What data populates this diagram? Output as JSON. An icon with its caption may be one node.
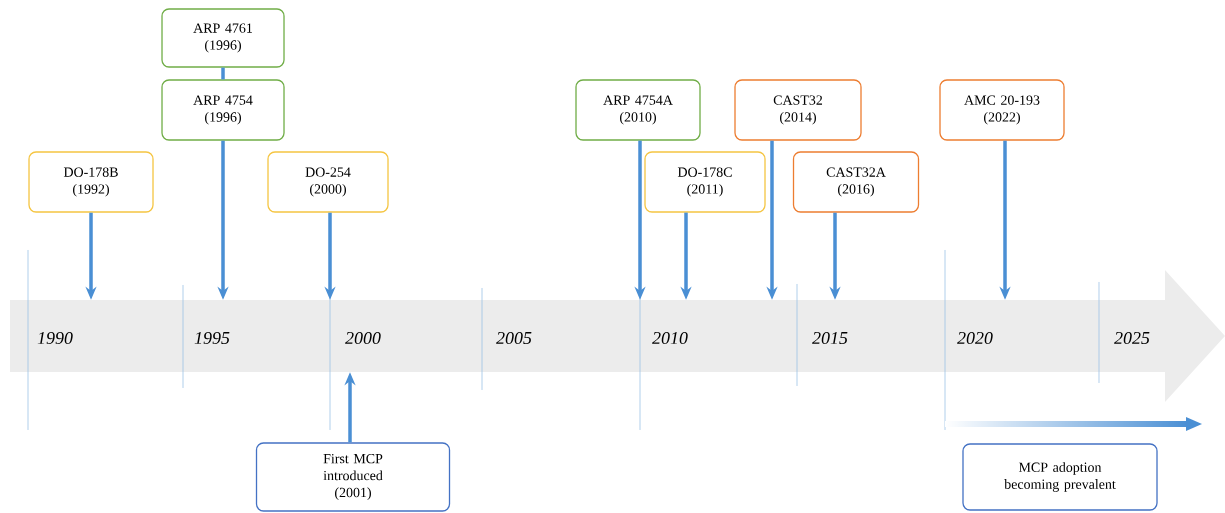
{
  "diagram": {
    "nodes": [
      {
        "text": [
          "ARP 4761 (1996)"
        ]
      },
      {
        "text": [
          "ARP 4754 (1996)"
        ]
      },
      {
        "text": [
          "DO-178B (1992)"
        ]
      },
      {
        "text": [
          "DO-254 (2000)"
        ]
      },
      {
        "text": [
          "ARP 4754A (2010)"
        ]
      },
      {
        "text": [
          "CAST32 (2014)"
        ]
      },
      {
        "text": [
          "AMC 20-193 (2022)"
        ]
      },
      {
        "text": [
          "DO-178C (2011)"
        ]
      },
      {
        "text": [
          "CAST32A (2016)"
        ]
      },
      {
        "text": [
          "1990",
          "1995",
          "2000",
          "2005",
          "2010",
          "2015",
          "2020",
          "2025"
        ]
      },
      {
        "text": [
          "First MCP introduced (2001)"
        ]
      },
      {
        "text": [
          "MCP adoption becoming prevalent"
        ]
      }
    ],
    "edges": [
      {
        "from": 0,
        "to": 1,
        "arrow": "none"
      },
      {
        "from": 2,
        "to": 9,
        "arrow": "to"
      },
      {
        "from": 1,
        "to": 9,
        "arrow": "to"
      },
      {
        "from": 3,
        "to": 9,
        "arrow": "to"
      },
      {
        "from": 4,
        "to": 9,
        "arrow": "to"
      },
      {
        "from": 7,
        "to": 9,
        "arrow": "to"
      },
      {
        "from": 5,
        "to": 9,
        "arrow": "to"
      },
      {
        "from": 8,
        "to": 9,
        "arrow": "to"
      },
      {
        "from": 6,
        "to": 9,
        "arrow": "to"
      },
      {
        "from": 10,
        "to": 9,
        "arrow": "to"
      }
    ]
  }
}
